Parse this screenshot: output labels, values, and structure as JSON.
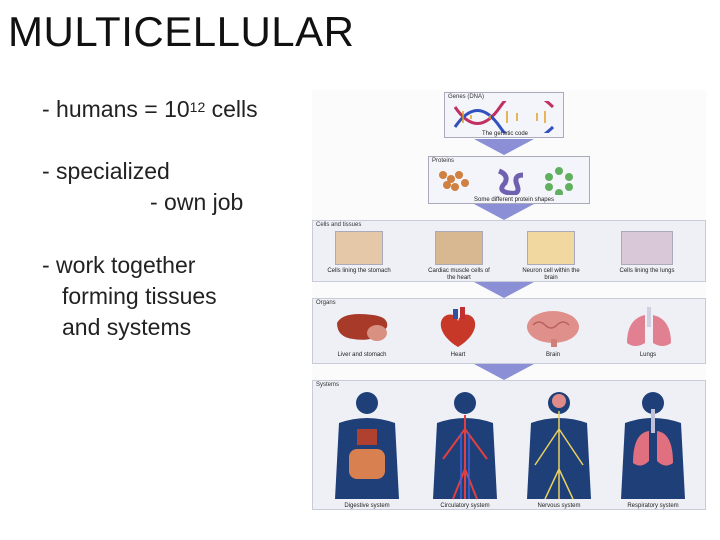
{
  "title": "MULTICELLULAR",
  "bullets": {
    "b1_prefix": "-  humans = 10",
    "b1_exp": "12",
    "b1_suffix": " cells",
    "b2_line1": "-  specialized",
    "b2_line2": "- own job",
    "b3_line1": "-  work together",
    "b3_line2": "forming tissues",
    "b3_line3": "and systems"
  },
  "figure": {
    "genes_label": "Genes (DNA)",
    "genes_caption": "The genetic code",
    "proteins_label": "Proteins",
    "proteins_caption": "Some different protein shapes",
    "cells_label": "Cells and tissues",
    "cells": [
      "Cells lining the stomach",
      "Cardiac muscle cells of the heart",
      "Neuron cell within the brain",
      "Cells lining the lungs"
    ],
    "organs_label": "Organs",
    "organs": [
      "Liver and stomach",
      "Heart",
      "Brain",
      "Lungs"
    ],
    "systems_label": "Systems",
    "systems": [
      "Digestive system",
      "Circulatory system",
      "Nervous system",
      "Respiratory system"
    ],
    "colors": {
      "arrow": "#8a8fd6",
      "panel": "#eef0f6",
      "body": "#1f3f78"
    }
  }
}
